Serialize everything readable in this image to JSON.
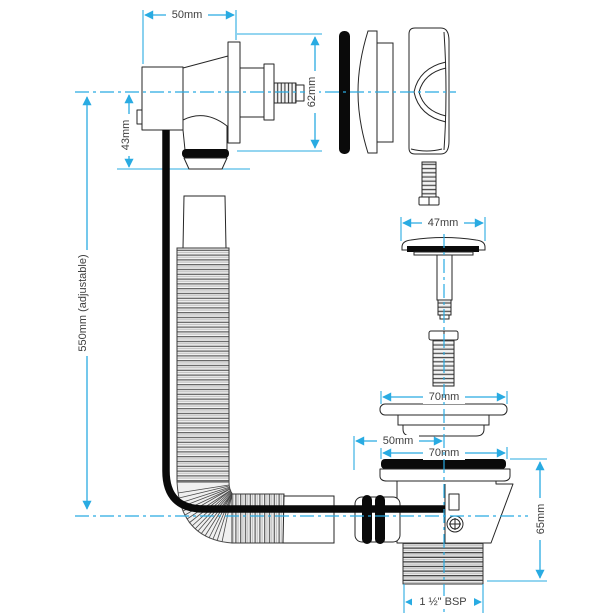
{
  "diagram": {
    "description": "Exploded technical drawing of a bath waste and overflow assembly with flexible overflow hose",
    "accent_color": "#29abe2",
    "outline_color": "#262626",
    "label_color": "#404040",
    "labels": {
      "overflow_width": "50mm",
      "overflow_face_height": "62mm",
      "overflow_drop": "43mm",
      "hose_length": "550mm (adjustable)",
      "plug_diameter": "47mm",
      "strainer_diameter": "70mm",
      "inlet_offset": "50mm",
      "seal_diameter": "70mm",
      "waste_body_height": "65mm",
      "outlet_thread": "1 ½\" BSP"
    }
  }
}
